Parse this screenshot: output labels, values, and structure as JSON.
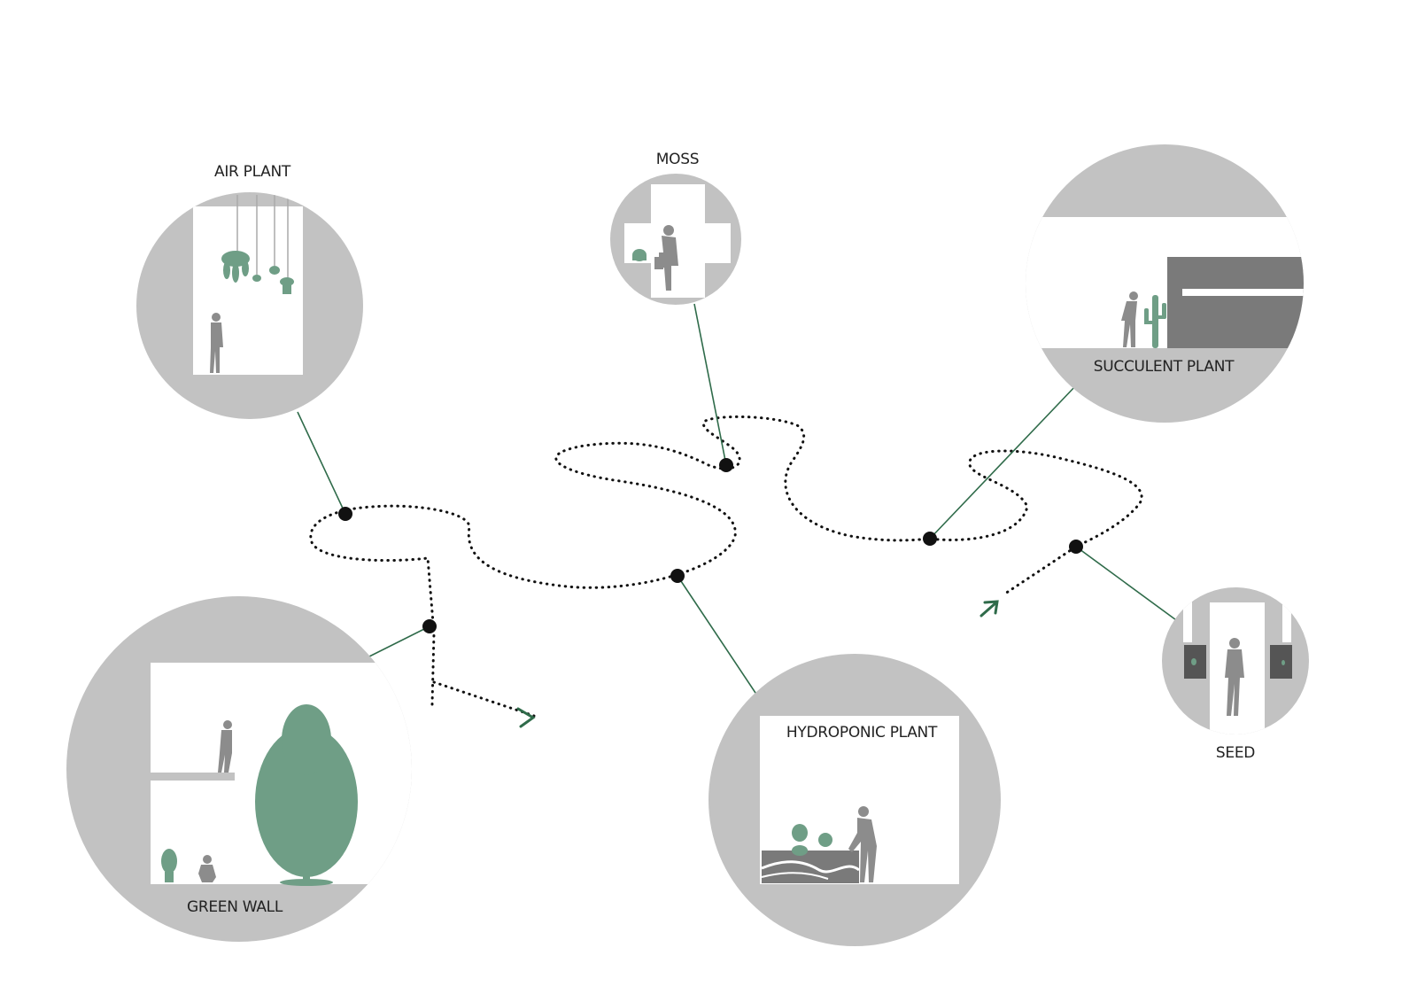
{
  "stations": {
    "air_plant": "AIR PLANT",
    "moss": "MOSS",
    "succulent_plant": "SUCCULENT PLANT",
    "seed": "SEED",
    "green_wall": "GREEN WALL",
    "hydroponic_plant": "HYDROPONIC PLANT"
  },
  "colors": {
    "circle": "#c2c2c2",
    "room": "#ffffff",
    "figure": "#8c8c8c",
    "plant": "#6f9e86",
    "leader": "#2f6b4a",
    "path": "#111111",
    "block": "#7a7a7a"
  },
  "icons": [
    "person-figure",
    "hanging-plant-icon",
    "tree-icon",
    "cactus-icon",
    "arrow-icon"
  ]
}
